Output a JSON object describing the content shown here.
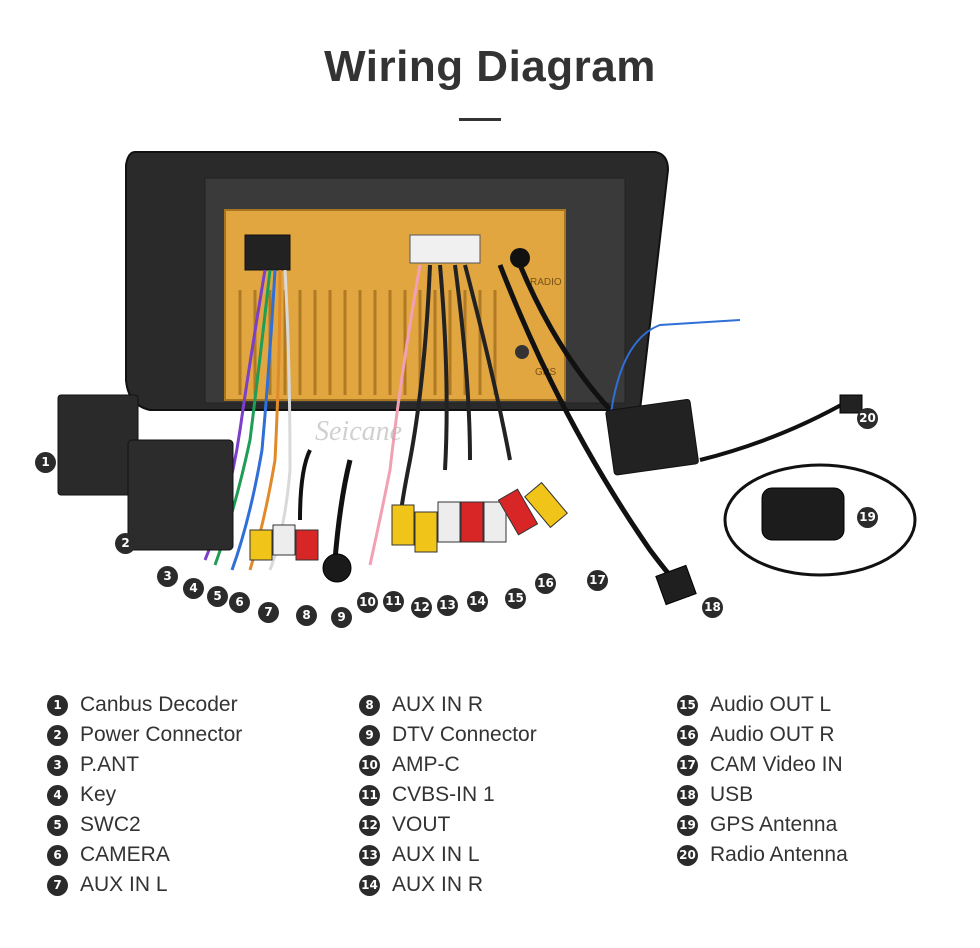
{
  "title": "Wiring Diagram",
  "watermark": "Seicane",
  "panel_labels": [
    "RADIO",
    "GPS"
  ],
  "colors": {
    "accent": "#333333",
    "callout": "#2b2b2b",
    "chassis": "#e2a640"
  },
  "callouts": [
    "1",
    "2",
    "3",
    "4",
    "5",
    "6",
    "7",
    "8",
    "9",
    "10",
    "11",
    "12",
    "13",
    "14",
    "15",
    "16",
    "17",
    "18",
    "19",
    "20"
  ],
  "legend": {
    "col1": [
      {
        "num": "1",
        "label": "Canbus Decoder"
      },
      {
        "num": "2",
        "label": "Power Connector"
      },
      {
        "num": "3",
        "label": "P.ANT"
      },
      {
        "num": "4",
        "label": "Key"
      },
      {
        "num": "5",
        "label": "SWC2"
      },
      {
        "num": "6",
        "label": "CAMERA"
      },
      {
        "num": "7",
        "label": "AUX IN L"
      }
    ],
    "col2": [
      {
        "num": "8",
        "label": "AUX IN R"
      },
      {
        "num": "9",
        "label": "DTV Connector"
      },
      {
        "num": "10",
        "label": "AMP-C"
      },
      {
        "num": "11",
        "label": "CVBS-IN 1"
      },
      {
        "num": "12",
        "label": "VOUT"
      },
      {
        "num": "13",
        "label": "AUX IN L"
      },
      {
        "num": "14",
        "label": "AUX IN R"
      }
    ],
    "col3": [
      {
        "num": "15",
        "label": "Audio OUT L"
      },
      {
        "num": "16",
        "label": "Audio OUT R"
      },
      {
        "num": "17",
        "label": "CAM Video IN"
      },
      {
        "num": "18",
        "label": "USB"
      },
      {
        "num": "19",
        "label": "GPS Antenna"
      },
      {
        "num": "20",
        "label": "Radio Antenna"
      }
    ]
  }
}
